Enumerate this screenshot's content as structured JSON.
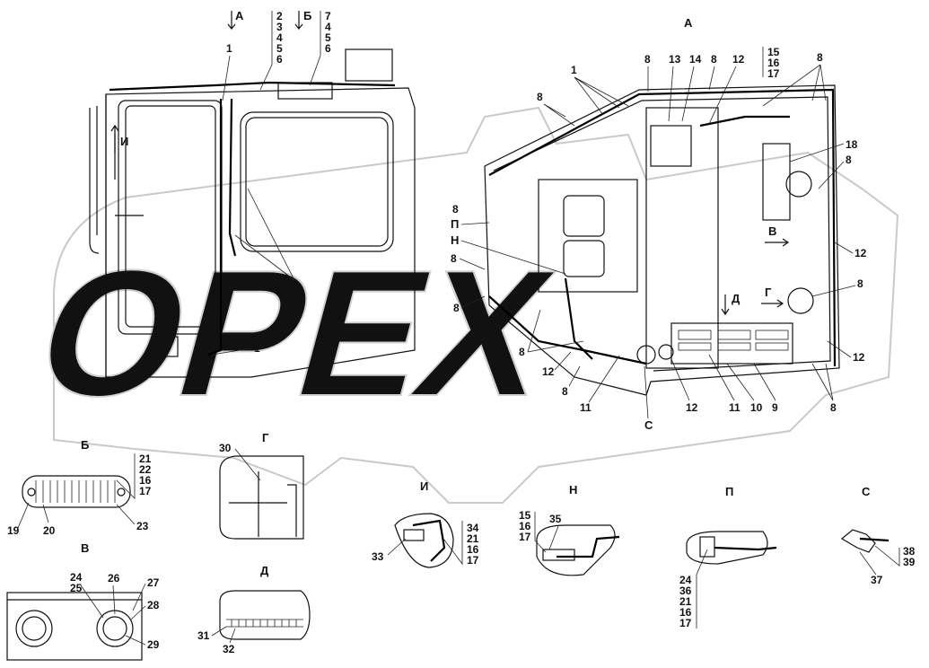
{
  "views": {
    "left": {
      "letter_a": "А",
      "letter_b": "Б",
      "letter_i": "И",
      "callout_top": "1",
      "callout_bottom": "1",
      "callout_8": "8",
      "stack_a": [
        "2",
        "3",
        "4",
        "5",
        "6"
      ],
      "stack_b": [
        "7",
        "4",
        "5",
        "6"
      ]
    },
    "right": {
      "title": "А",
      "letter_p": "П",
      "letter_n": "Н",
      "letter_v": "В",
      "letter_g": "Г",
      "letter_d": "Д",
      "letter_s": "С",
      "n1": "1",
      "n8": "8",
      "n9": "9",
      "n10": "10",
      "n11": "11",
      "n12": "12",
      "n13": "13",
      "n14": "14",
      "n18": "18",
      "stack": [
        "15",
        "16",
        "17"
      ]
    },
    "B": {
      "title": "Б",
      "n19": "19",
      "n20": "20",
      "n23": "23",
      "stack": [
        "21",
        "22",
        "16",
        "17"
      ]
    },
    "G": {
      "title": "Г",
      "n30": "30"
    },
    "I": {
      "title": "И",
      "n33": "33",
      "stack": [
        "34",
        "21",
        "16",
        "17"
      ]
    },
    "N": {
      "title": "Н",
      "n35": "35",
      "stack": [
        "15",
        "16",
        "17"
      ]
    },
    "P": {
      "title": "П",
      "stack": [
        "24",
        "36",
        "21",
        "16",
        "17"
      ]
    },
    "S": {
      "title": "С",
      "n37": "37",
      "stack": [
        "38",
        "39"
      ]
    },
    "V": {
      "title": "В",
      "n24": "24",
      "n25": "25",
      "n26": "26",
      "n27": "27",
      "n28": "28",
      "n29": "29"
    },
    "D": {
      "title": "Д",
      "n31": "31",
      "n32": "32"
    }
  },
  "watermark": "ОРЕХ"
}
